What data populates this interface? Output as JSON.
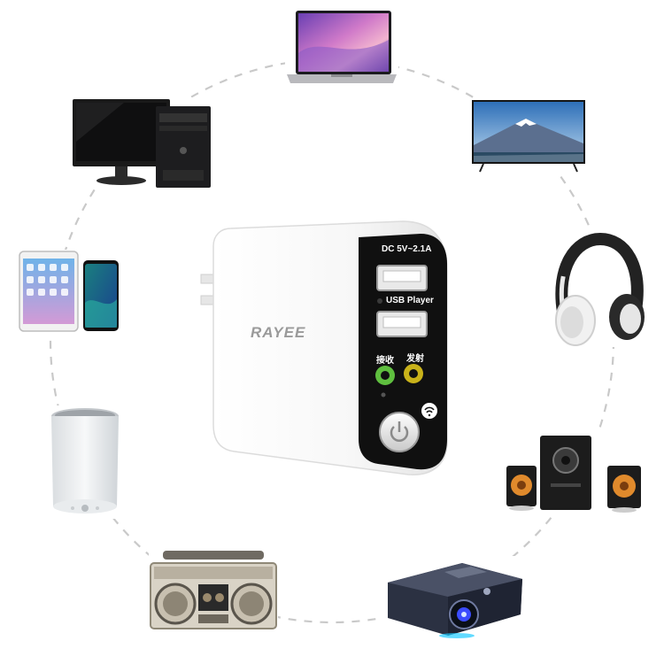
{
  "product": {
    "brand": "RAYEE",
    "dc_label": "DC 5V~2.1A",
    "usb_player_label": "USB Player",
    "receive_label": "接收",
    "transmit_label": "发射"
  },
  "devices": [
    {
      "name": "laptop",
      "icon": "laptop-icon"
    },
    {
      "name": "tv",
      "icon": "tv-icon"
    },
    {
      "name": "headphones",
      "icon": "headphones-icon"
    },
    {
      "name": "speakers",
      "icon": "speakers-icon"
    },
    {
      "name": "projector",
      "icon": "projector-icon"
    },
    {
      "name": "boombox",
      "icon": "boombox-icon"
    },
    {
      "name": "lamp-speaker",
      "icon": "lamp-speaker-icon"
    },
    {
      "name": "tablet-phone",
      "icon": "tablet-phone-icon"
    },
    {
      "name": "desktop-pc",
      "icon": "desktop-pc-icon"
    }
  ],
  "colors": {
    "body_white": "#f4f4f4",
    "panel_black": "#111111",
    "receive_jack": "#5fbf3f",
    "transmit_jack": "#c9b21a",
    "dashed_ring": "#c9c9c9"
  }
}
